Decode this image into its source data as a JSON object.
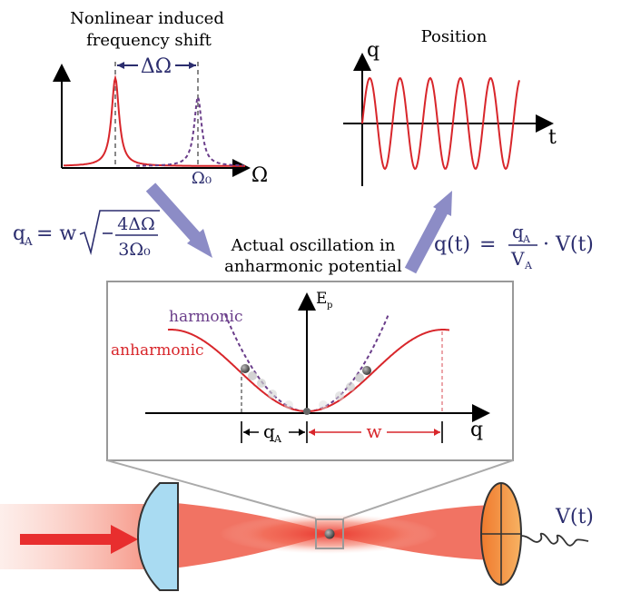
{
  "spectrum": {
    "title_line1": "Nonlinear induced",
    "title_line2": "frequency shift",
    "delta_label": "ΔΩ",
    "omega0_label": "Ω₀",
    "x_axis_label": "Ω"
  },
  "position_plot": {
    "title": "Position",
    "y_axis_label": "q",
    "x_axis_label": "t"
  },
  "formulas": {
    "amplitude_lhs": "q",
    "amplitude_sub": "A",
    "amplitude_eq": "= w",
    "amplitude_num": "4ΔΩ",
    "amplitude_den": "3Ω₀",
    "position_lhs": "q(t)",
    "position_eq": "=",
    "position_num": "q",
    "position_num_sub": "A",
    "position_den": "V",
    "position_den_sub": "A",
    "position_tail": "· V(t)"
  },
  "potential": {
    "caption_line1": "Actual oscillation in",
    "caption_line2": "anharmonic potential",
    "harmonic_label": "harmonic",
    "anharmonic_label": "anharmonic",
    "y_axis_label": "E",
    "y_axis_sub": "p",
    "x_axis_label": "q",
    "qa_label": "q",
    "qa_sub": "A",
    "w_label": "w"
  },
  "detector": {
    "signal_label": "V(t)"
  },
  "colors": {
    "red": "#d8262b",
    "purple": "#6a3d8a",
    "navy": "#2b2d6e",
    "arrow_blue": "#8c8cc6",
    "lens_blue": "#a9dbf2",
    "detector_orange": "#f5a04a"
  }
}
